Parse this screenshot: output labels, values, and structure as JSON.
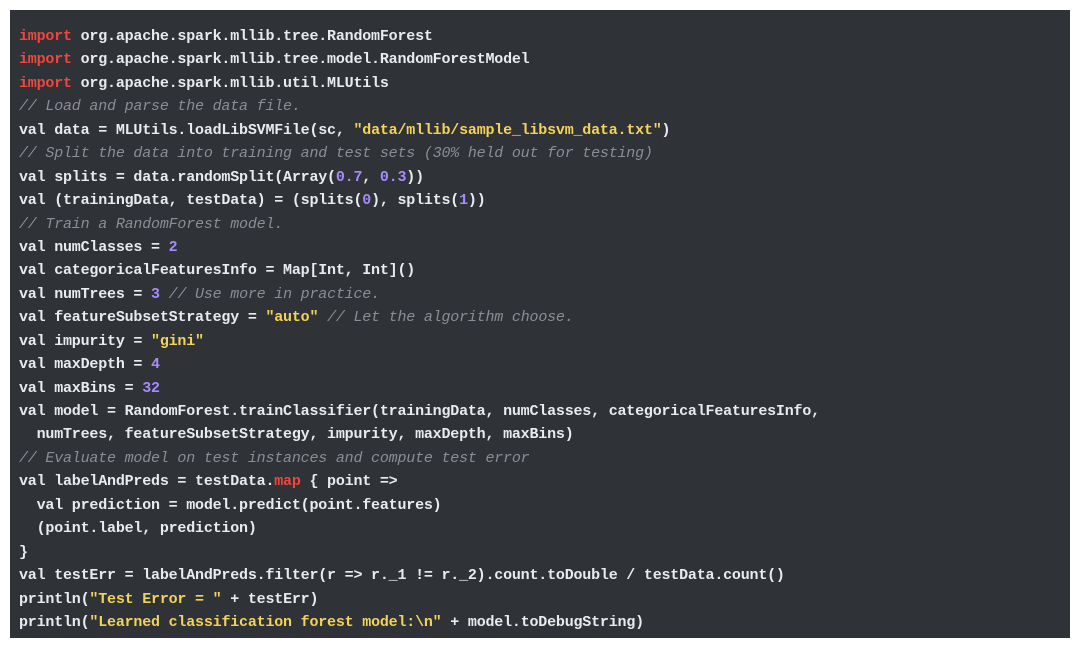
{
  "lines": [
    [
      {
        "t": "kw",
        "v": "import"
      },
      {
        "t": "tx",
        "v": " org.apache.spark.mllib.tree.RandomForest"
      }
    ],
    [
      {
        "t": "kw",
        "v": "import"
      },
      {
        "t": "tx",
        "v": " org.apache.spark.mllib.tree.model.RandomForestModel"
      }
    ],
    [
      {
        "t": "kw",
        "v": "import"
      },
      {
        "t": "tx",
        "v": " org.apache.spark.mllib.util.MLUtils"
      }
    ],
    [
      {
        "t": "cm",
        "v": "// Load and parse the data file."
      }
    ],
    [
      {
        "t": "tx",
        "v": "val data = MLUtils.loadLibSVMFile(sc, "
      },
      {
        "t": "str",
        "v": "\"data/mllib/sample_libsvm_data.txt\""
      },
      {
        "t": "tx",
        "v": ")"
      }
    ],
    [
      {
        "t": "cm",
        "v": "// Split the data into training and test sets (30% held out for testing)"
      }
    ],
    [
      {
        "t": "tx",
        "v": "val splits = data.randomSplit(Array("
      },
      {
        "t": "num",
        "v": "0.7"
      },
      {
        "t": "tx",
        "v": ", "
      },
      {
        "t": "num",
        "v": "0.3"
      },
      {
        "t": "tx",
        "v": "))"
      }
    ],
    [
      {
        "t": "tx",
        "v": "val (trainingData, testData) = (splits("
      },
      {
        "t": "num",
        "v": "0"
      },
      {
        "t": "tx",
        "v": "), splits("
      },
      {
        "t": "num",
        "v": "1"
      },
      {
        "t": "tx",
        "v": "))"
      }
    ],
    [
      {
        "t": "cm",
        "v": "// Train a RandomForest model."
      }
    ],
    [
      {
        "t": "tx",
        "v": "val numClasses = "
      },
      {
        "t": "num",
        "v": "2"
      }
    ],
    [
      {
        "t": "tx",
        "v": "val categoricalFeaturesInfo = Map[Int, Int]()"
      }
    ],
    [
      {
        "t": "tx",
        "v": "val numTrees = "
      },
      {
        "t": "num",
        "v": "3"
      },
      {
        "t": "tx",
        "v": " "
      },
      {
        "t": "cm",
        "v": "// Use more in practice."
      }
    ],
    [
      {
        "t": "tx",
        "v": "val featureSubsetStrategy = "
      },
      {
        "t": "str",
        "v": "\"auto\""
      },
      {
        "t": "tx",
        "v": " "
      },
      {
        "t": "cm",
        "v": "// Let the algorithm choose."
      }
    ],
    [
      {
        "t": "tx",
        "v": "val impurity = "
      },
      {
        "t": "str",
        "v": "\"gini\""
      }
    ],
    [
      {
        "t": "tx",
        "v": "val maxDepth = "
      },
      {
        "t": "num",
        "v": "4"
      }
    ],
    [
      {
        "t": "tx",
        "v": "val maxBins = "
      },
      {
        "t": "num",
        "v": "32"
      }
    ],
    [
      {
        "t": "tx",
        "v": "val model = RandomForest.trainClassifier(trainingData, numClasses, categoricalFeaturesInfo,"
      }
    ],
    [
      {
        "t": "tx",
        "v": "  numTrees, featureSubsetStrategy, impurity, maxDepth, maxBins)"
      }
    ],
    [
      {
        "t": "cm",
        "v": "// Evaluate model on test instances and compute test error"
      }
    ],
    [
      {
        "t": "tx",
        "v": "val labelAndPreds = testData."
      },
      {
        "t": "fn",
        "v": "map"
      },
      {
        "t": "tx",
        "v": " { point =>"
      }
    ],
    [
      {
        "t": "tx",
        "v": "  val prediction = model.predict(point.features)"
      }
    ],
    [
      {
        "t": "tx",
        "v": "  (point.label, prediction)"
      }
    ],
    [
      {
        "t": "tx",
        "v": "}"
      }
    ],
    [
      {
        "t": "tx",
        "v": "val testErr = labelAndPreds.filter(r => r._1 != r._2).count.toDouble / testData.count()"
      }
    ],
    [
      {
        "t": "tx",
        "v": "println("
      },
      {
        "t": "str",
        "v": "\"Test Error = \""
      },
      {
        "t": "tx",
        "v": " + testErr)"
      }
    ],
    [
      {
        "t": "tx",
        "v": "println("
      },
      {
        "t": "str",
        "v": "\"Learned classification forest model:\\n\""
      },
      {
        "t": "tx",
        "v": " + model.toDebugString)"
      }
    ]
  ],
  "colors": {
    "background": "#2f3236",
    "text": "#e9ecef",
    "keyword": "#f2453d",
    "comment": "#8a8f95",
    "string": "#f2d35c",
    "number": "#a78bfa"
  }
}
